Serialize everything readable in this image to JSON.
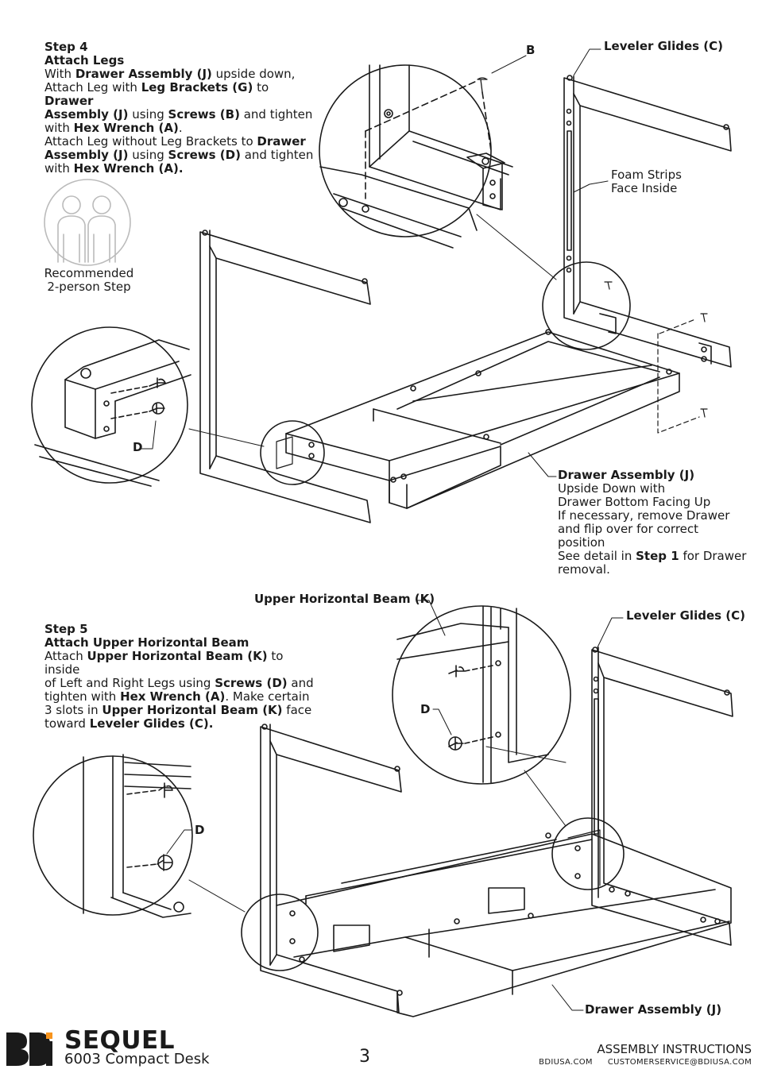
{
  "step4": {
    "title": "Step 4",
    "subtitle": "Attach Legs",
    "line1_a": "With ",
    "line1_b": "Drawer Assembly (J)",
    "line1_c": " upside down,",
    "line2_a": "Attach Leg with ",
    "line2_b": "Leg Brackets (G)",
    "line2_c": " to ",
    "line2_d": "Drawer",
    "line3_a": "Assembly (J)",
    "line3_b": " using ",
    "line3_c": "Screws (B)",
    "line3_d": " and tighten",
    "line4_a": "with ",
    "line4_b": "Hex Wrench (A)",
    "line4_c": ".",
    "line5_a": "Attach Leg without Leg Brackets to ",
    "line5_b": "Drawer",
    "line6_a": "Assembly (J)",
    "line6_b": " using ",
    "line6_c": "Screws (D)",
    "line6_d": " and tighten",
    "line7_a": "with ",
    "line7_b": "Hex Wrench (A).",
    "recommend_1": "Recommended",
    "recommend_2": "2-person Step",
    "label_b": "B",
    "label_leveler": "Leveler Glides (C)",
    "foam_1": "Foam Strips",
    "foam_2": "Face Inside",
    "label_d": "D",
    "drawer_title": "Drawer Assembly (J)",
    "drawer_1": "Upside Down with",
    "drawer_2": "Drawer Bottom Facing Up",
    "drawer_3": "If necessary, remove Drawer",
    "drawer_4": "and flip over for correct position",
    "drawer_5a": "See detail in ",
    "drawer_5b": "Step 1",
    "drawer_5c": " for Drawer",
    "drawer_6": "removal."
  },
  "step5": {
    "title": "Step 5",
    "subtitle": "Attach Upper Horizontal Beam",
    "line1_a": "Attach ",
    "line1_b": "Upper Horizontal Beam (K)",
    "line1_c": " to inside",
    "line2_a": "of Left and Right Legs using ",
    "line2_b": "Screws (D)",
    "line2_c": " and",
    "line3_a": "tighten with ",
    "line3_b": "Hex Wrench (A)",
    "line3_c": ". Make certain",
    "line4_a": "3 slots in ",
    "line4_b": "Upper Horizontal Beam (K)",
    "line4_c": " face",
    "line5_a": "toward ",
    "line5_b": "Leveler Glides (C).",
    "label_beam": "Upper Horizontal Beam (K)",
    "label_leveler": "Leveler Glides (C)",
    "label_d1": "D",
    "label_d2": "D",
    "label_drawer": "Drawer Assembly (J)"
  },
  "footer": {
    "logo": "BDI",
    "brand": "SEQUEL",
    "model": "6003 Compact Desk",
    "page": "3",
    "doc_type": "ASSEMBLY INSTRUCTIONS",
    "website": "BDIUSA.COM",
    "email": "CUSTOMERSERVICE@BDIUSA.COM"
  },
  "colors": {
    "ink": "#1a1a1a",
    "accent": "#f7941d"
  }
}
